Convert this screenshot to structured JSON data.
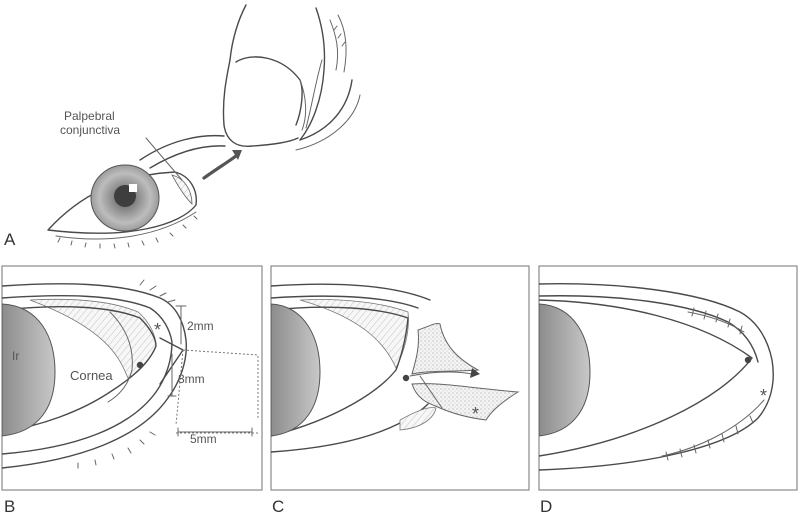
{
  "panels": {
    "a": {
      "letter": "A",
      "label_line1": "Palpebral",
      "label_line2": "conjunctiva"
    },
    "b": {
      "letter": "B",
      "iris": "Ir",
      "cornea": "Cornea",
      "dim_top": "2mm",
      "dim_mid": "3mm",
      "dim_bottom": "5mm",
      "asterisk": "*"
    },
    "c": {
      "letter": "C",
      "asterisk": "*"
    },
    "d": {
      "letter": "D",
      "asterisk": "*"
    }
  }
}
